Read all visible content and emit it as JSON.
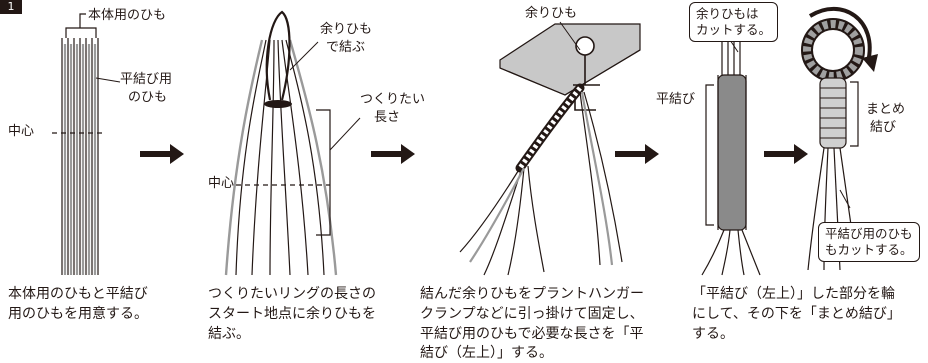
{
  "step_badge": "1",
  "labels": {
    "body_cord": "本体用のひも",
    "flat_knot_cord_l1": "平結び用",
    "flat_knot_cord_l2": "のひも",
    "center_1": "中心",
    "extra_cord_tie_l1": "余りひも",
    "extra_cord_tie_l2": "で結ぶ",
    "desired_length_l1": "つくりたい",
    "desired_length_l2": "長さ",
    "center_2": "中心",
    "extra_cord": "余りひも",
    "cut_extra_l1": "余りひもは",
    "cut_extra_l2": "カットする。",
    "flat_knot": "平結び",
    "wrap_knot_l1": "まとめ",
    "wrap_knot_l2": "結び",
    "cut_flat_l1": "平結び用のひも",
    "cut_flat_l2": "もカットする。"
  },
  "captions": {
    "step1_l1": "本体用のひもと平結び",
    "step1_l2": "用のひもを用意する。",
    "step2_l1": "つくりたいリングの長さの",
    "step2_l2": "スタート地点に余りひもを",
    "step2_l3": "結ぶ。",
    "step3_l1": "結んだ余りひもをプラントハンガー",
    "step3_l2": "クランプなどに引っ掛けて固定し、",
    "step3_l3": "平結び用のひもで必要な長さを「平",
    "step3_l4": "結び（左上）」する。",
    "step4_l1": "「平結び（左上）」した部分を輪",
    "step4_l2": "にして、その下を「まとめ結び」",
    "step4_l3": "する。"
  }
}
